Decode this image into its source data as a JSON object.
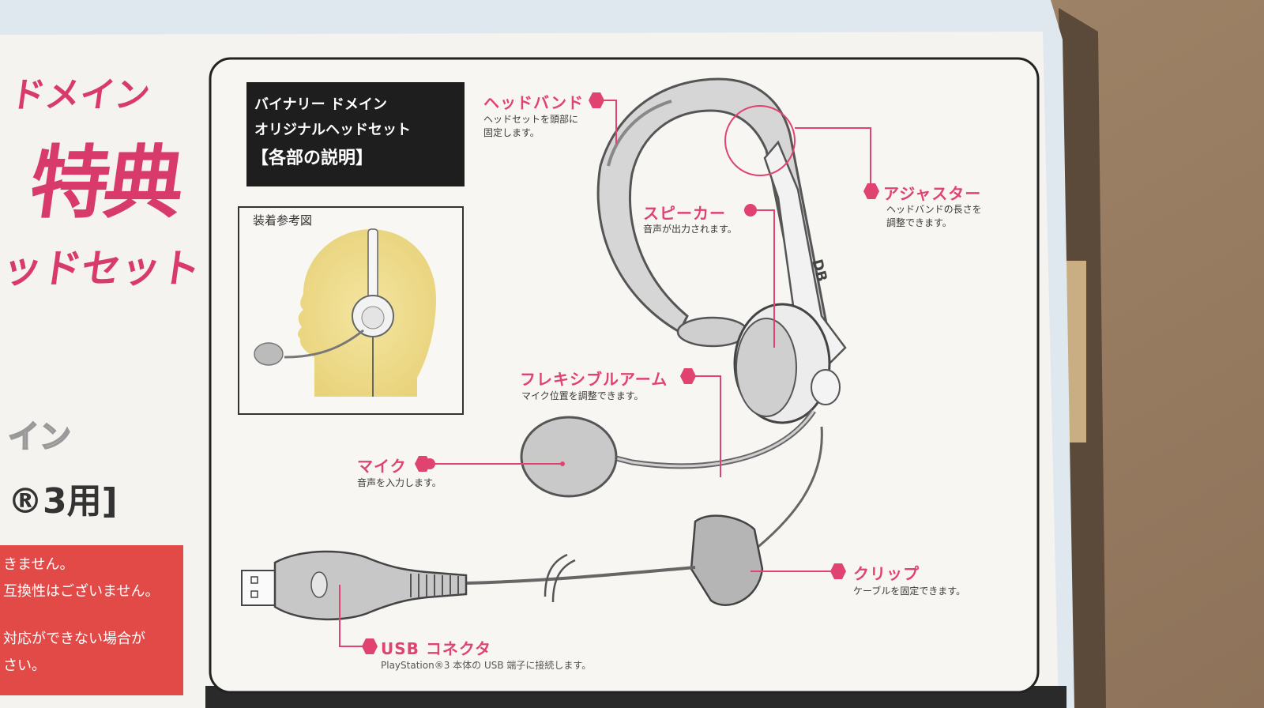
{
  "left_panel": {
    "line1": "ドメイン",
    "line2": "特典",
    "line3": "ッドセット",
    "logo_part": "イン",
    "ps3_label": "®3用]",
    "warning_lines": [
      "きません。",
      "互換性はございません。",
      "対応ができない場合が",
      "さい。"
    ]
  },
  "title_box": {
    "line1": "バイナリー ドメイン",
    "line2": "オリジナルヘッドセット",
    "line3": "【各部の説明】"
  },
  "reference": {
    "label": "装着参考図"
  },
  "parts": {
    "headband": {
      "title": "ヘッドバンド",
      "desc": [
        "ヘッドセットを頭部に",
        "固定します。"
      ]
    },
    "adjuster": {
      "title": "アジャスター",
      "desc": [
        "ヘッドバンドの長さを",
        "調整できます。"
      ]
    },
    "speaker": {
      "title": "スピーカー",
      "desc": [
        "音声が出力されます。"
      ]
    },
    "arm": {
      "title": "フレキシブルアーム",
      "desc": [
        "マイク位置を調整できます。"
      ]
    },
    "mic": {
      "title": "マイク",
      "desc": [
        "音声を入力します。"
      ]
    },
    "clip": {
      "title": "クリップ",
      "desc": [
        "ケーブルを固定できます。"
      ]
    },
    "usb": {
      "title": "USB コネクタ",
      "desc": [
        "PlayStation®3 本体の USB 端子に接続します。"
      ]
    }
  },
  "colors": {
    "accent": "#e0436f",
    "paper": "#f4f3ef",
    "wood": "#9a7f63",
    "warning_red": "#e24a48"
  }
}
